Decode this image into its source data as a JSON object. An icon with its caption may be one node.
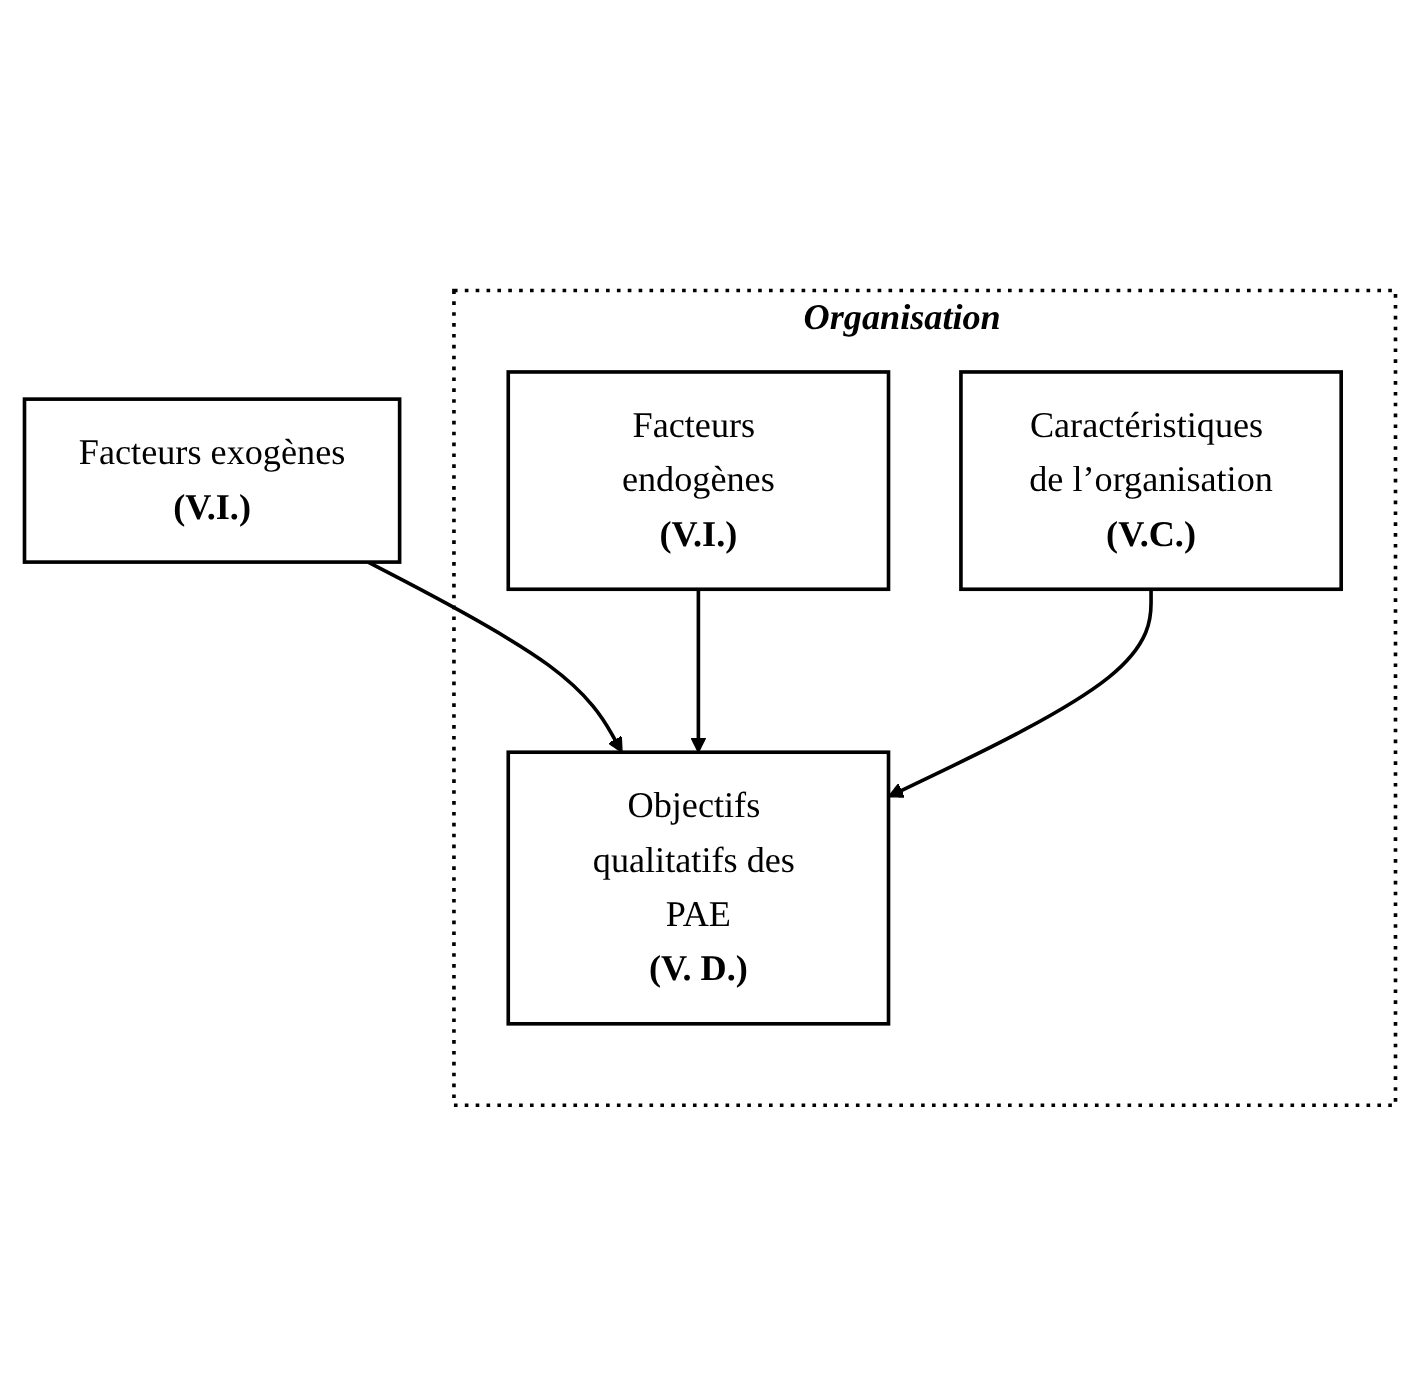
{
  "diagram": {
    "nodes": [
      {
        "text": [
          "Facteurs exogènes",
          "(V.I.)"
        ]
      },
      {
        "text": [
          "Organisation"
        ]
      },
      {
        "text": [
          "Facteurs endogènes",
          "(V.I.)"
        ],
        "in": 1
      },
      {
        "text": [
          "Objectifs qualitatifs des PAE",
          "(V. D.)"
        ],
        "in": 1
      },
      {
        "text": [
          "Caractéristiques de l’organisation",
          "(V.C.)"
        ],
        "in": 1
      }
    ],
    "edges": [
      {
        "from": 0,
        "to": 3,
        "arrow": "to"
      },
      {
        "from": 2,
        "to": 3,
        "arrow": "to"
      },
      {
        "from": 4,
        "to": 3,
        "arrow": "to"
      }
    ]
  }
}
